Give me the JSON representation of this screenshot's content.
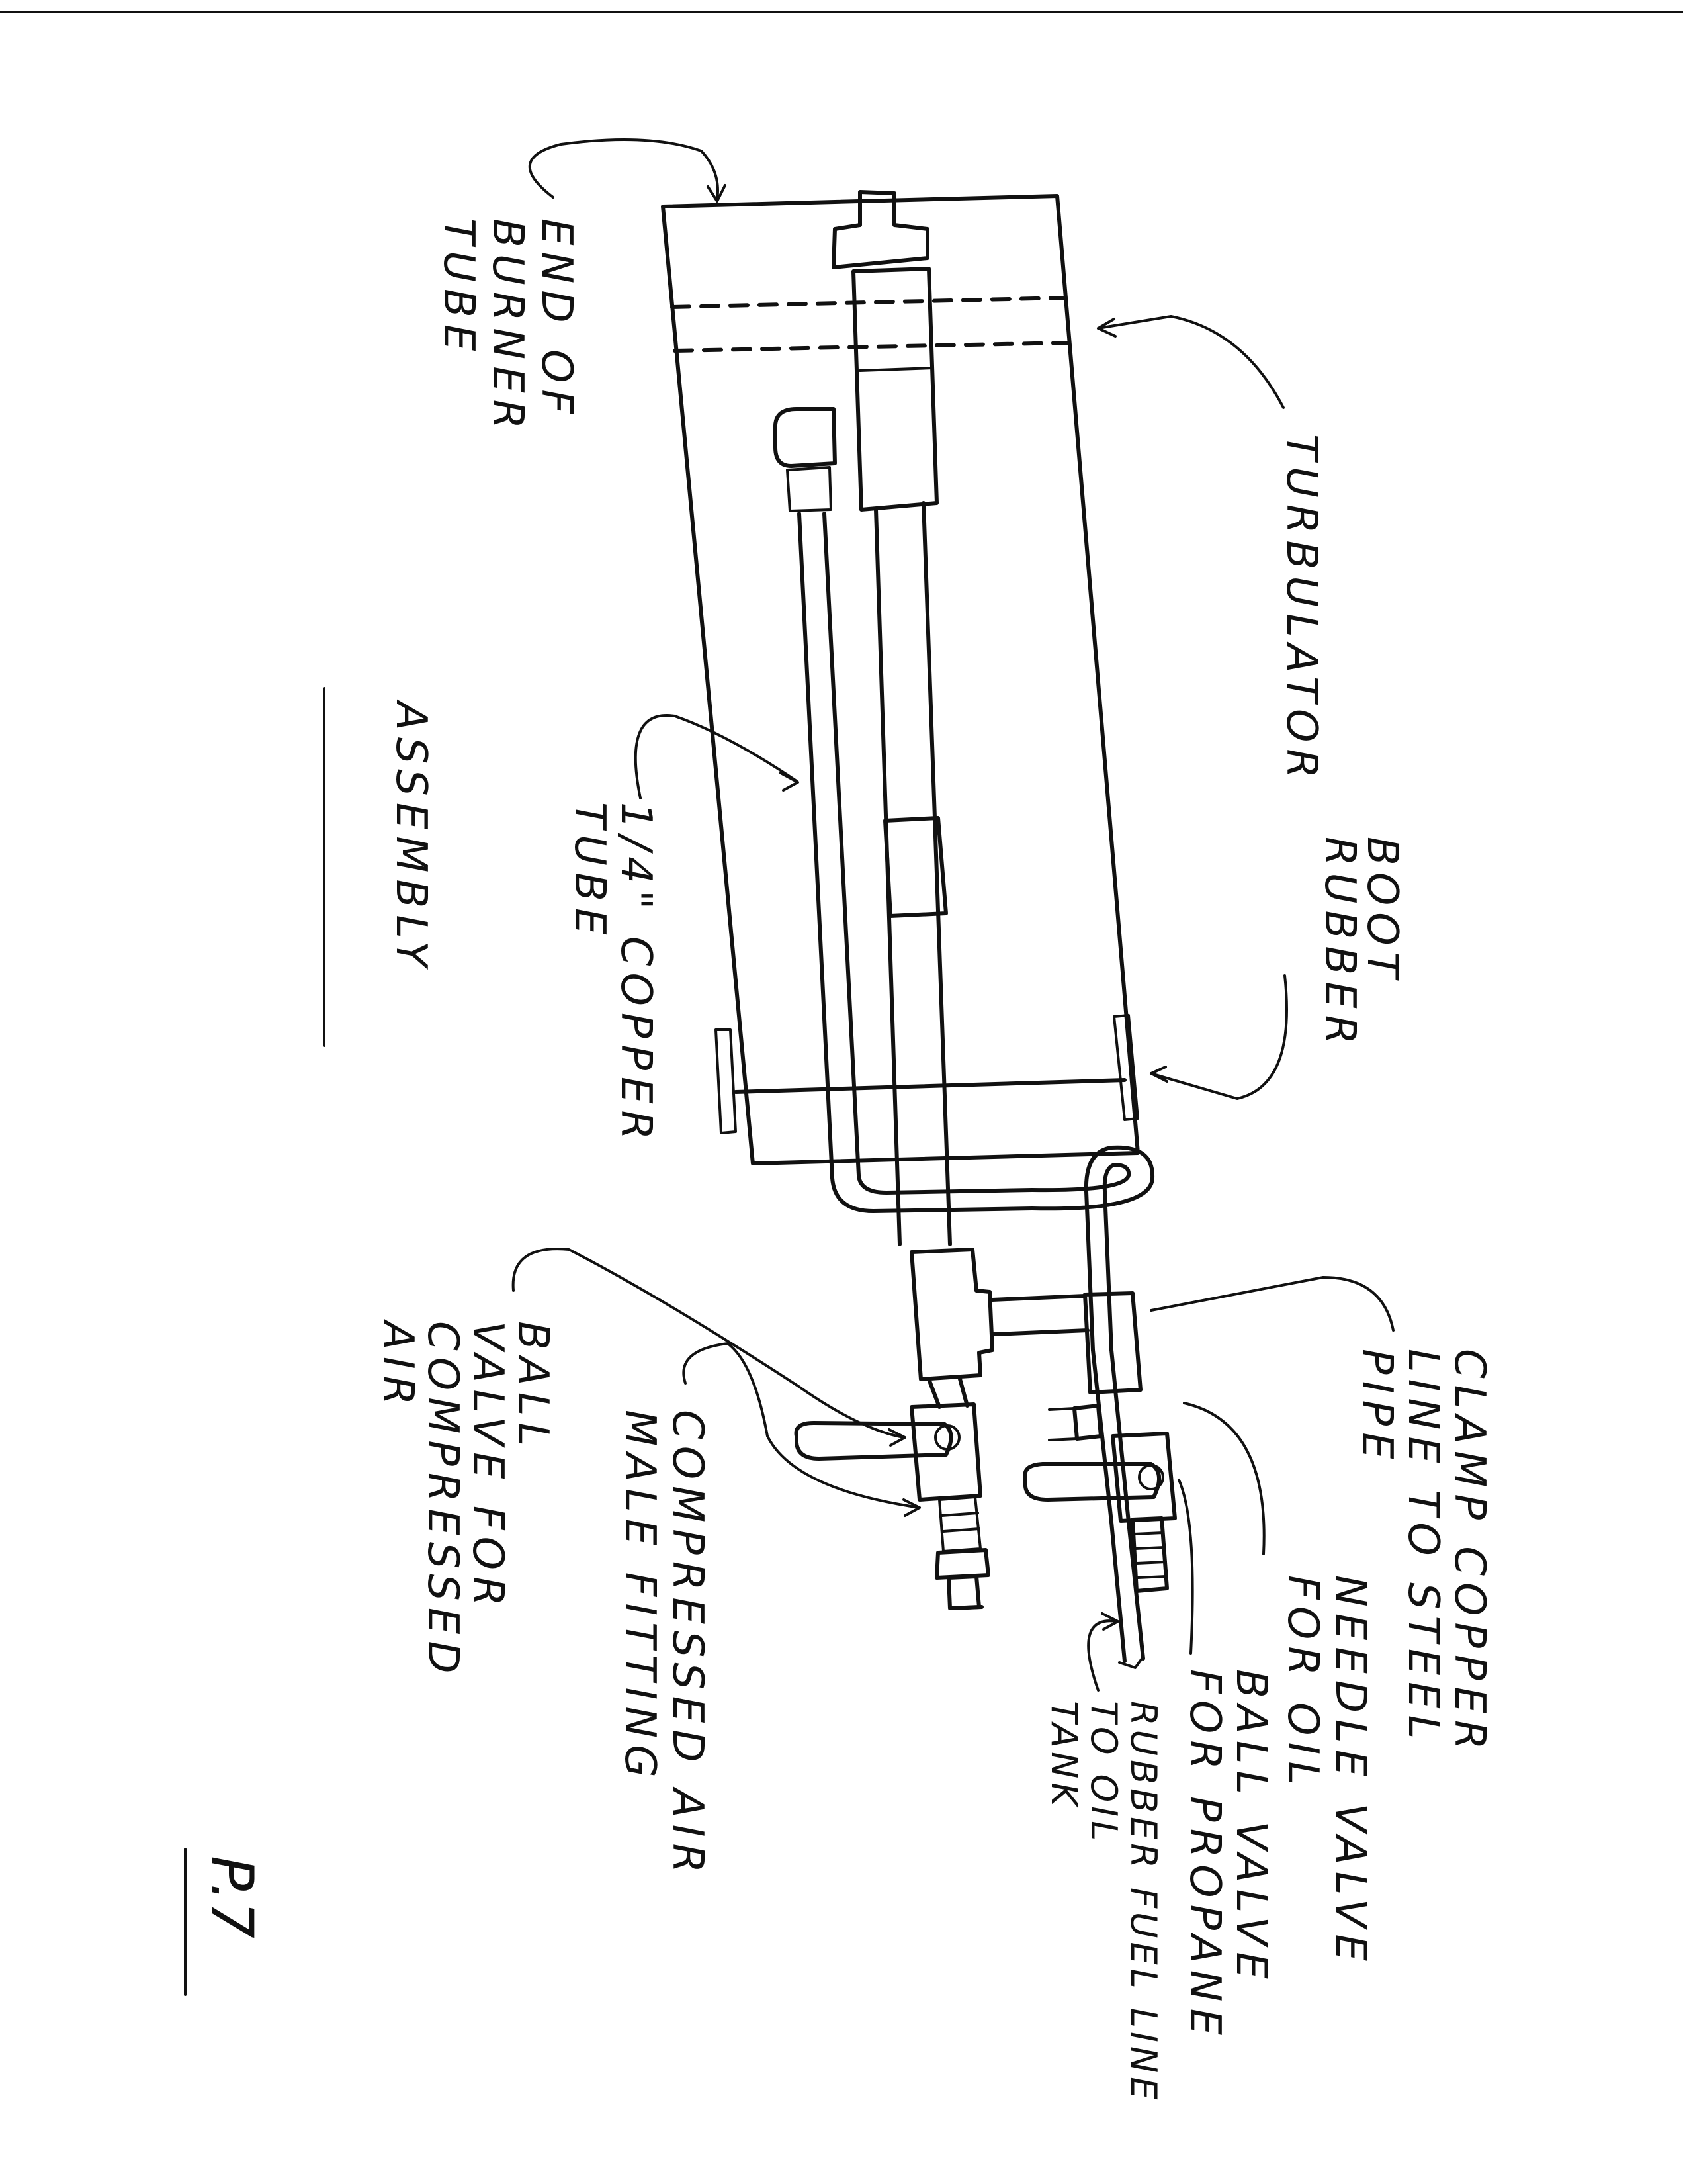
{
  "title": "ASSEMBLY",
  "page_number": "P.7",
  "labels": {
    "end_of_burner_tube": [
      "END OF",
      "BURNER",
      "TUBE"
    ],
    "turbulator": [
      "TURBULATOR"
    ],
    "rubber_boot": [
      "RUBBER",
      "BOOT"
    ],
    "copper_tube": [
      "1/4\" COPPER",
      "TUBE"
    ],
    "clamp": [
      "CLAMP COPPER",
      "LINE TO STEEL",
      "PIPE"
    ],
    "needle_valve": [
      "NEEDLE VALVE",
      "FOR OIL"
    ],
    "ball_valve_propane": [
      "BALL VALVE",
      "FOR PROPANE"
    ],
    "rubber_fuel_line": [
      "RUBBER FUEL LINE",
      "TO OIL",
      "TANK"
    ],
    "compressed_air_fitting": [
      "COMPRESSED AIR",
      "MALE FITTING"
    ],
    "ball_valve_air": [
      "BALL",
      "VALVE FOR",
      "COMPRESSED",
      "AIR"
    ]
  }
}
